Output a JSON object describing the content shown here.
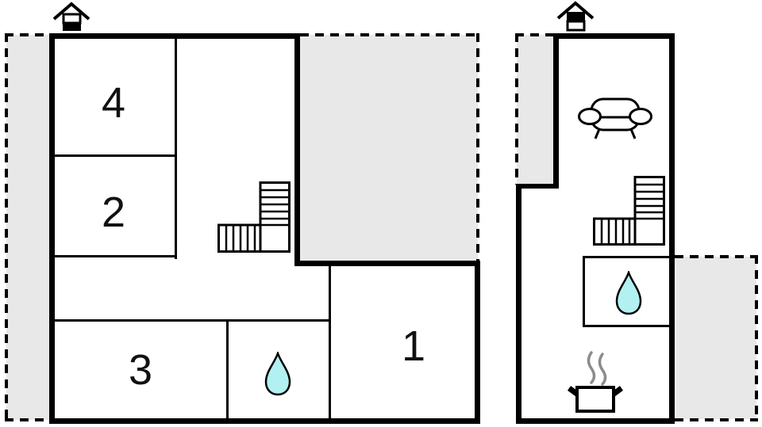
{
  "title": "holiday-home-floor-plan",
  "colors": {
    "wall": "#000000",
    "terrace_fill": "#e8e8e8",
    "water_fill": "#b2f0f2",
    "steam": "#8c8c8c",
    "background": "#ffffff",
    "room_fill": "#ffffff"
  },
  "ground_floor": {
    "rooms": [
      {
        "id": "room-4",
        "label": "4"
      },
      {
        "id": "room-2",
        "label": "2"
      },
      {
        "id": "room-3",
        "label": "3"
      },
      {
        "id": "room-1",
        "label": "1"
      }
    ],
    "icons": [
      "chimney-icon",
      "stairs-icon",
      "water-drop-icon"
    ],
    "terraces": [
      "terrace-left",
      "terrace-top-right"
    ]
  },
  "upper_floor": {
    "rooms": [],
    "icons": [
      "chimney-icon",
      "sofa-icon",
      "stairs-icon",
      "water-drop-icon",
      "cooking-pot-icon",
      "steam-icon"
    ],
    "terraces": [
      "terrace-left-strip",
      "terrace-right"
    ]
  }
}
